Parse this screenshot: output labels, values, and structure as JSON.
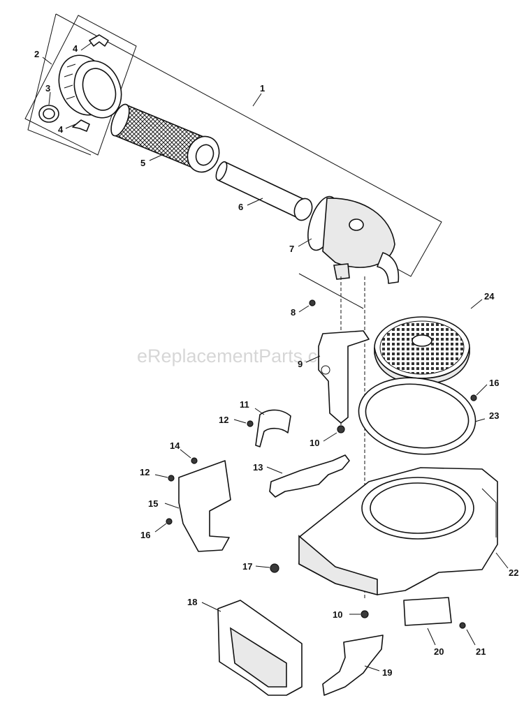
{
  "watermark": "eReplacementParts.com",
  "callouts": {
    "c1": "1",
    "c2": "2",
    "c3": "3",
    "c4a": "4",
    "c4b": "4",
    "c5": "5",
    "c6": "6",
    "c7": "7",
    "c8": "8",
    "c9": "9",
    "c10a": "10",
    "c10b": "10",
    "c11": "11",
    "c12a": "12",
    "c12b": "12",
    "c13": "13",
    "c14": "14",
    "c15": "15",
    "c16a": "16",
    "c16b": "16",
    "c17": "17",
    "c18": "18",
    "c19": "19",
    "c20": "20",
    "c21": "21",
    "c22": "22",
    "c23": "23",
    "c24": "24"
  },
  "colors": {
    "line": "#111111",
    "background": "#ffffff",
    "shade": "#e9e9e9"
  }
}
